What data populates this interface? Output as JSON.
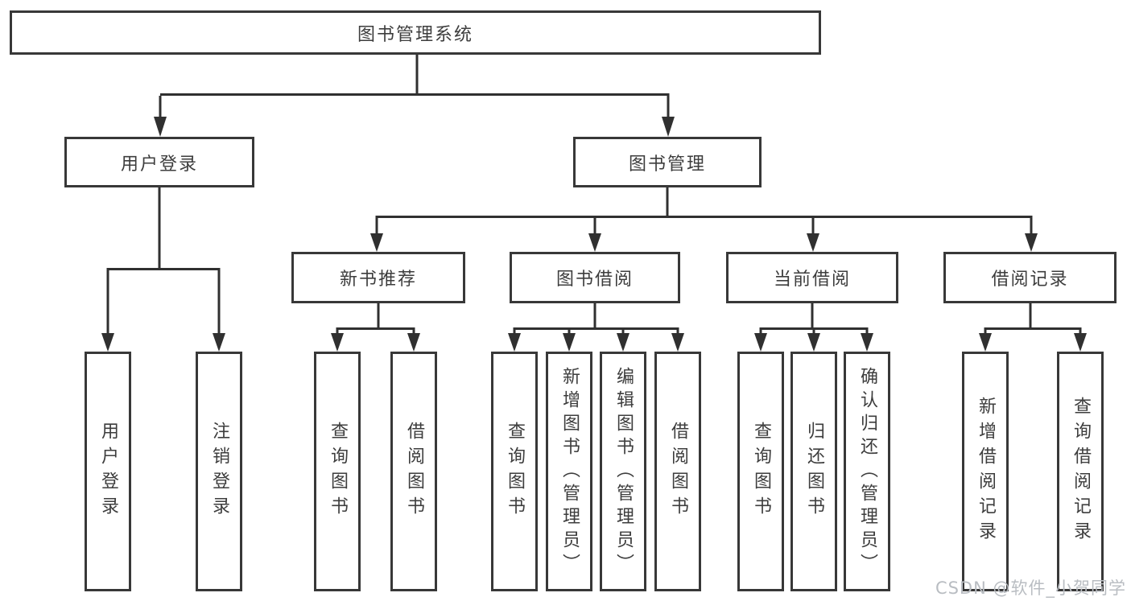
{
  "diagram": {
    "title": "图书管理系统"
  },
  "nodes": {
    "root": {
      "label": "图书管理系统"
    },
    "user_login": {
      "label": "用户登录"
    },
    "book_mgmt": {
      "label": "图书管理"
    },
    "new_book_rec": {
      "label": "新书推荐"
    },
    "book_borrow": {
      "label": "图书借阅"
    },
    "current_borrow": {
      "label": "当前借阅"
    },
    "borrow_records": {
      "label": "借阅记录"
    },
    "leaf_user_login": {
      "label": "用户登录"
    },
    "leaf_logout": {
      "label": "注销登录"
    },
    "leaf_nbr_query": {
      "label": "查询图书"
    },
    "leaf_nbr_borrow": {
      "label": "借阅图书"
    },
    "leaf_bb_query": {
      "label": "查询图书"
    },
    "leaf_bb_add": {
      "label": "新增图书（管理员）"
    },
    "leaf_bb_edit": {
      "label": "编辑图书（管理员）"
    },
    "leaf_bb_borrow": {
      "label": "借阅图书"
    },
    "leaf_cb_query": {
      "label": "查询图书"
    },
    "leaf_cb_return": {
      "label": "归还图书"
    },
    "leaf_cb_confirm": {
      "label": "确认归还（管理员）"
    },
    "leaf_br_add": {
      "label": "新增借阅记录"
    },
    "leaf_br_query": {
      "label": "查询借阅记录"
    }
  },
  "watermark": "CSDN @软件_小贺同学",
  "colors": {
    "line": "#303030",
    "border": "#383838",
    "text": "#3d3d3d",
    "watermark": "#b9bdc2",
    "background": "#ffffff"
  }
}
